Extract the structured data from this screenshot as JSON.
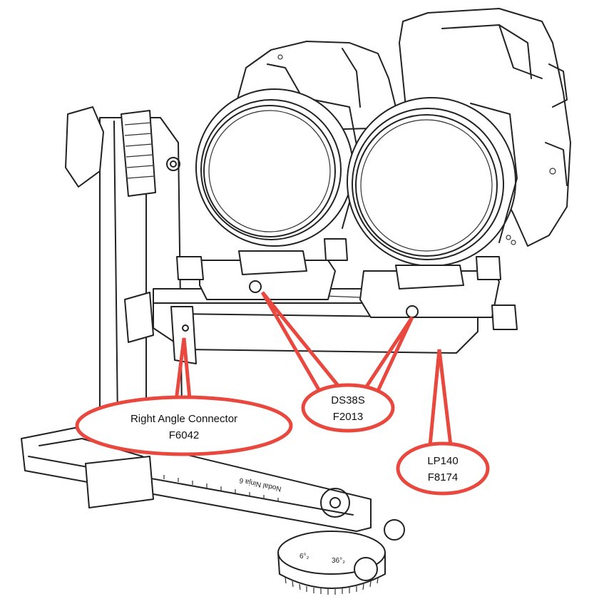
{
  "diagram": {
    "accent_color": "#e8483e",
    "callouts": [
      {
        "id": "right-angle-connector",
        "line1": "Right Angle Connector",
        "line2": "F6042"
      },
      {
        "id": "ds38s",
        "line1": "DS38S",
        "line2": "F2013"
      },
      {
        "id": "lp140",
        "line1": "LP140",
        "line2": "F8174"
      }
    ],
    "engraving": {
      "rail_label": "Nodal Ninja 6",
      "base_mark_1": "6°₂",
      "base_mark_2": "36°₂"
    }
  }
}
